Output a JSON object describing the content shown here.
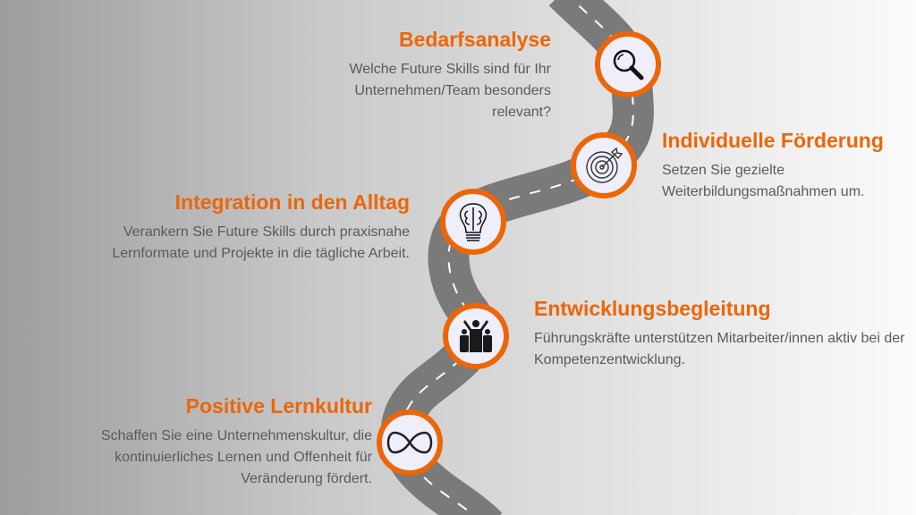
{
  "accent_color": "#ec6608",
  "steps": [
    {
      "title": "Bedarfsanalyse",
      "desc": "Welche Future Skills sind für Ihr Unternehmen/Team besonders relevant?",
      "icon": "magnifier-icon"
    },
    {
      "title": "Individuelle Förderung",
      "desc": "Setzen Sie gezielte Weiterbildungsmaßnahmen um.",
      "icon": "target-icon"
    },
    {
      "title": "Integration in den Alltag",
      "desc": "Verankern Sie Future Skills durch praxisnahe Lernformate und Projekte in die tägliche Arbeit.",
      "icon": "brain-bulb-icon"
    },
    {
      "title": "Entwicklungsbegleitung",
      "desc": "Führungskräfte unterstützen Mitarbeiter/innen aktiv bei der Kompetenzentwicklung.",
      "icon": "team-icon"
    },
    {
      "title": "Positive Lernkultur",
      "desc": "Schaffen Sie eine Unternehmenskultur, die kontinuierliches Lernen und Offenheit für Veränderung fördert.",
      "icon": "infinity-icon"
    }
  ]
}
